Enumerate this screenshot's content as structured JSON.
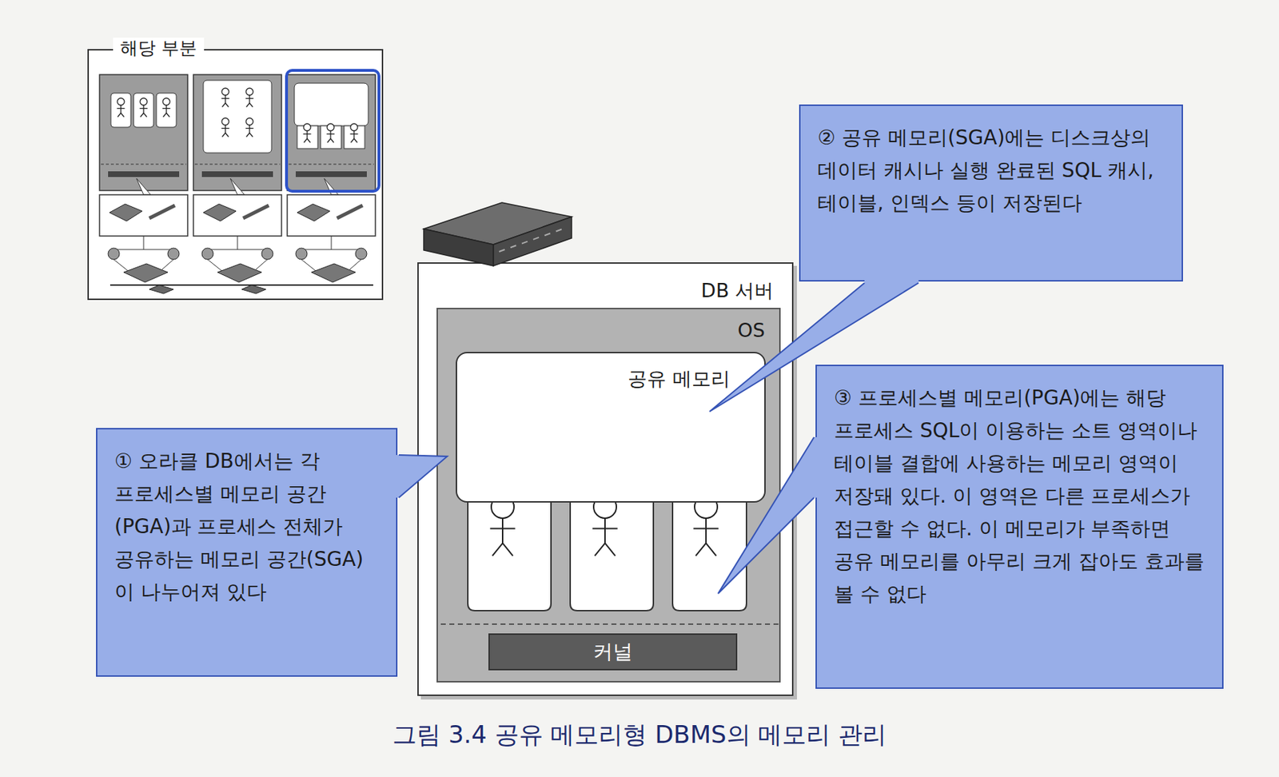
{
  "diagram": {
    "caption": "그림 3.4 공유 메모리형 DBMS의 메모리 관리",
    "nodes": [
      {
        "text": [
          "해당 부분"
        ]
      },
      {
        "text": [
          "DB 서버"
        ]
      },
      {
        "text": [
          "OS"
        ],
        "in": 1
      },
      {
        "text": [
          "공유 메모리"
        ],
        "in": 2
      },
      {
        "text": [
          "커널"
        ],
        "in": 2
      },
      {
        "text": [
          "① 오라클 DB에서는 각 프로세스별 메모리 공간(PGA)과 프로세스 전체가 공유하는 메모리 공간(SGA)이 나누어져 있다"
        ]
      },
      {
        "text": [
          "② 공유 메모리(SGA)에는 디스크상의 데이터 캐시나 실행 완료된 SQL 캐시, 테이블, 인덱스 등이 저장된다"
        ]
      },
      {
        "text": [
          "③ 프로세스별 메모리(PGA)에는 해당 프로세스 SQL이 이용하는 소트 영역이나 테이블 결합에 사용하는 메모리 영역이 저장돼 있다. 이 영역은 다른 프로세스가 접근할 수 없다. 이 메모리가 부족하면 공유 메모리를 아무리 크게 잡아도 효과를 볼 수 없다"
        ]
      }
    ]
  }
}
